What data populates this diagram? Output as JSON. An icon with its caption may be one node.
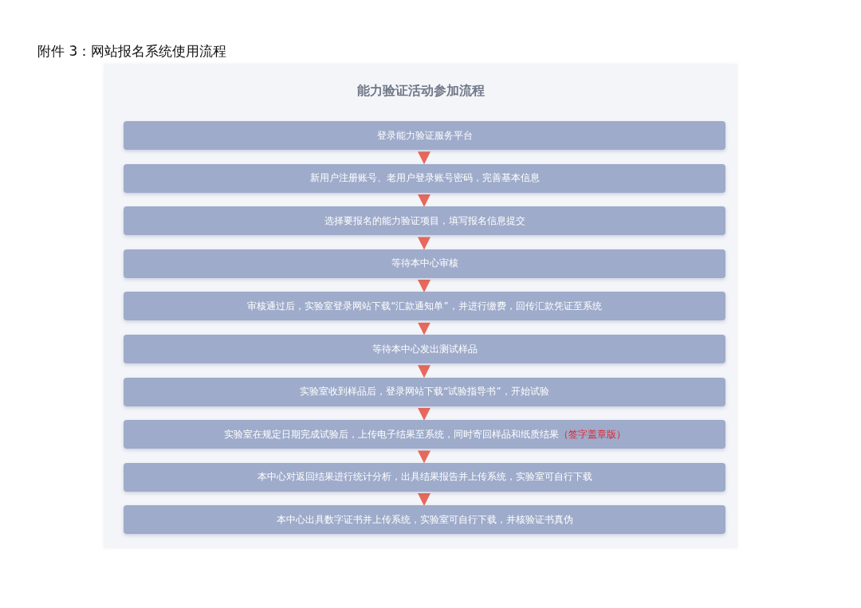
{
  "diagram": {
    "title": "附件 3：网站报名系统使用流程",
    "nodes": [
      {
        "text": [
          "登录能力验证服务平台"
        ]
      },
      {
        "text": [
          "新用户注册账号、老用户登录账号密码，完善基本信息"
        ]
      },
      {
        "text": [
          "选择要报名的能力验证项目，填写报名信息提交"
        ]
      },
      {
        "text": [
          "等待本中心审核"
        ]
      },
      {
        "text": [
          "审核通过后，实验室登录网站下载“汇款通知单”，并进行缴费，回传汇款凭证至系统"
        ]
      },
      {
        "text": [
          "等待本中心发出测试样品"
        ]
      },
      {
        "text": [
          "实验室收到样品后，登录网站下载“试验指导书”，开始试验"
        ]
      },
      {
        "text": [
          "实验室在规定日期完成试验后，上传电子结果至系统，同时寄回样品和纸质结果",
          "（签字盖章版）"
        ]
      },
      {
        "text": [
          "本中心对返回结果进行统计分析，出具结果报告并上传系统，实验室可自行下载"
        ]
      },
      {
        "text": [
          "本中心出具数字证书并上传系统，实验室可自行下载，并核验证书真伪"
        ]
      }
    ],
    "edges": [
      {
        "from": 0,
        "to": 1,
        "arrow": "to"
      },
      {
        "from": 1,
        "to": 2,
        "arrow": "to"
      },
      {
        "from": 2,
        "to": 3,
        "arrow": "to"
      },
      {
        "from": 3,
        "to": 4,
        "arrow": "to"
      },
      {
        "from": 4,
        "to": 5,
        "arrow": "to"
      },
      {
        "from": 5,
        "to": 6,
        "arrow": "to"
      },
      {
        "from": 6,
        "to": 7,
        "arrow": "to"
      },
      {
        "from": 7,
        "to": 8,
        "arrow": "to"
      },
      {
        "from": 8,
        "to": 9,
        "arrow": "to"
      }
    ],
    "labels": [
      "能力验证活动参加流程"
    ]
  }
}
